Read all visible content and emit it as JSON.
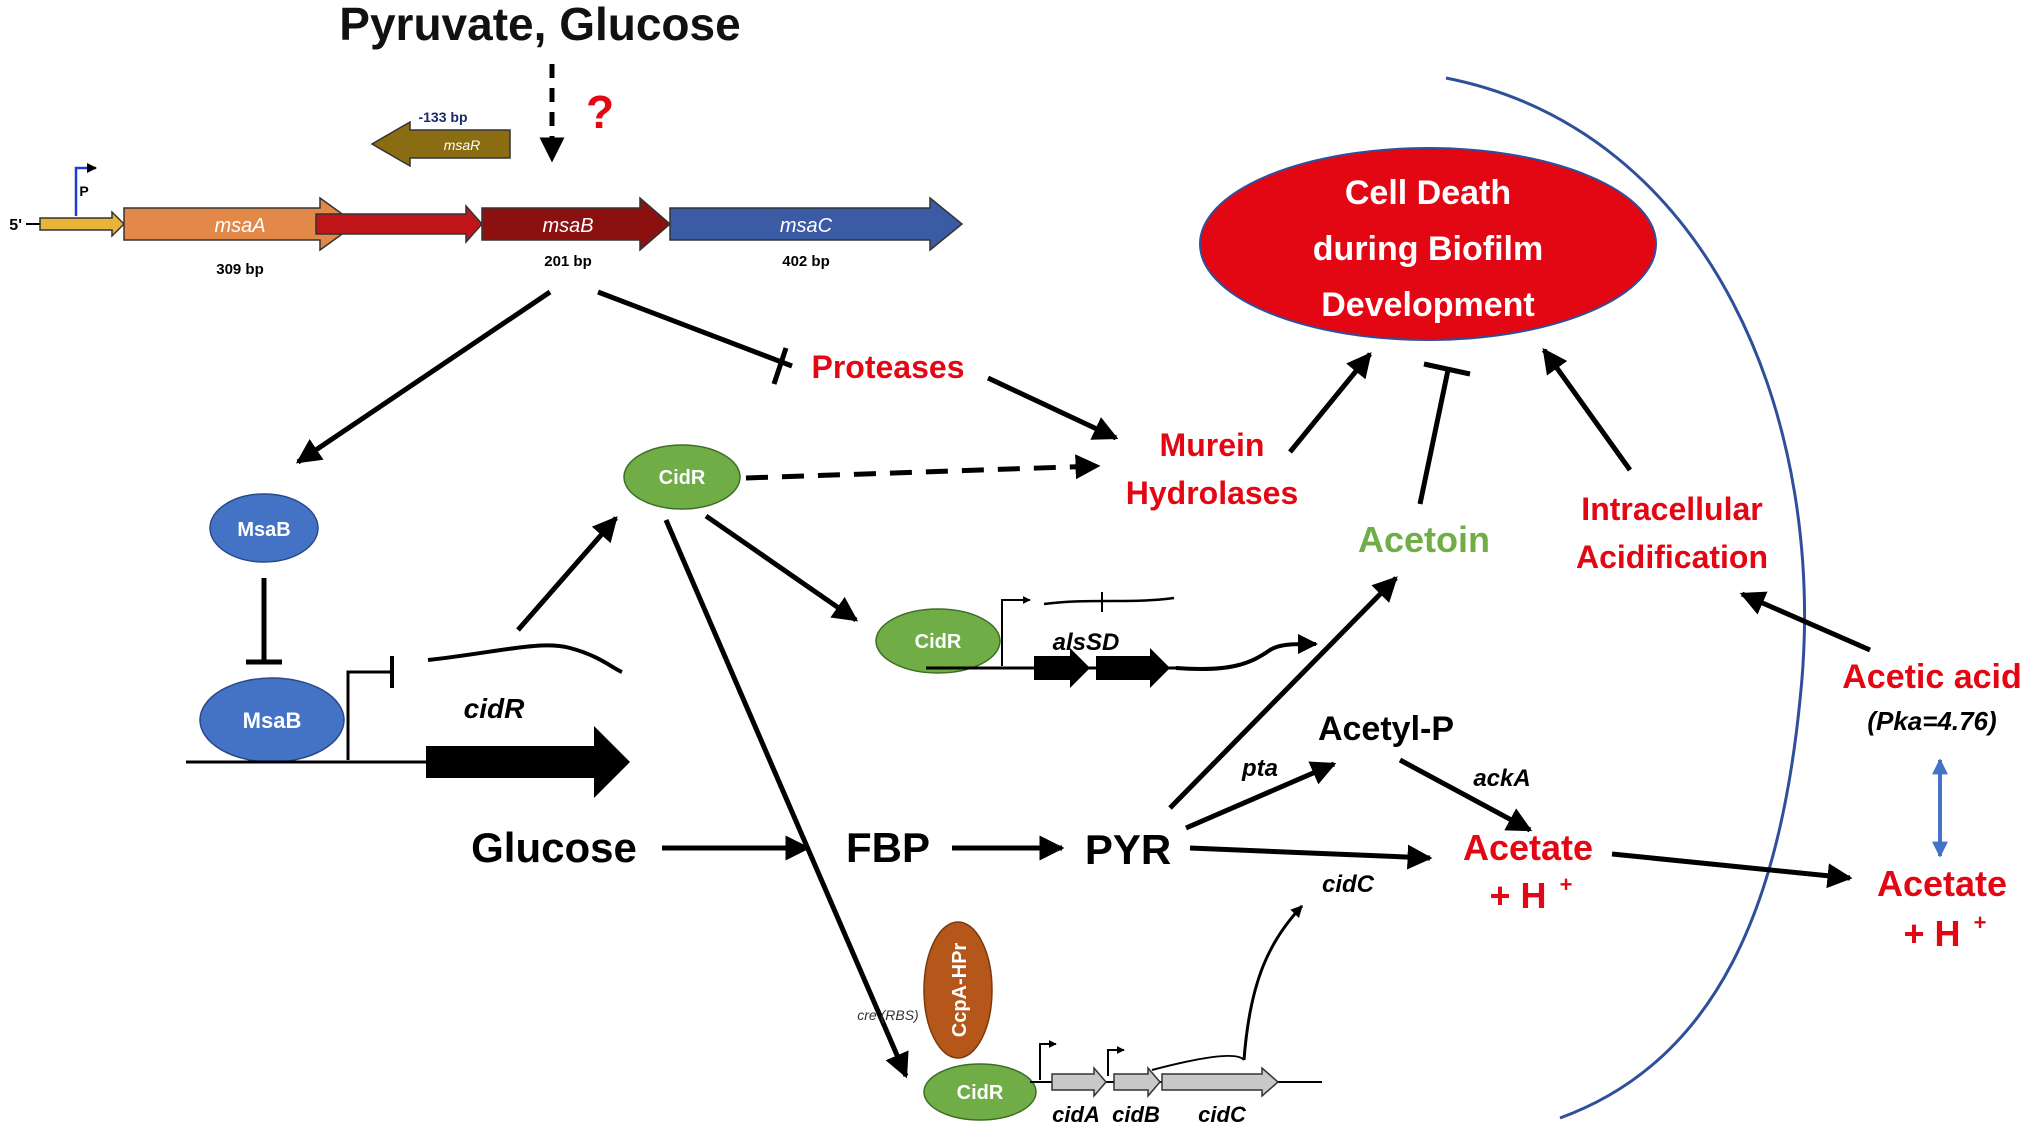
{
  "top": {
    "header": "Pyruvate, Glucose",
    "question_mark": "?"
  },
  "operon": {
    "five_prime": "5'",
    "promoter": "P",
    "msaR_offset": "-133 bp",
    "genes": {
      "msaR": "msaR",
      "msaA": "msaA",
      "msaB": "msaB",
      "msaC": "msaC"
    },
    "sizes": {
      "msaA": "309 bp",
      "msaB": "201 bp",
      "msaC": "402 bp"
    }
  },
  "nodes": {
    "cell_death": [
      "Cell Death",
      "during Biofilm",
      "Development"
    ],
    "proteases": "Proteases",
    "murein": [
      "Murein",
      "Hydrolases"
    ],
    "acetoin": "Acetoin",
    "intracellular": [
      "Intracellular",
      "Acidification"
    ],
    "acetic_acid": "Acetic acid",
    "pka": "(Pka=4.76)",
    "msab_1": "MsaB",
    "msab_2": "MsaB",
    "cidr_main": "CidR",
    "cidr_alssd": "CidR",
    "cidr_bottom": "CidR",
    "ccpa": "CcpA-HPr",
    "cre": "cre (RBS)",
    "cidR_gene": "cidR",
    "alsSD_gene": "alsSD",
    "glucose": "Glucose",
    "fbp": "FBP",
    "pyr": "PYR",
    "acetyl_p": "Acetyl-P",
    "pta": "pta",
    "acka": "ackA",
    "cidC_label": "cidC",
    "acetate_in": "Acetate",
    "h_in": "+ H",
    "acetate_out": "Acetate",
    "h_out": "+ H",
    "plus_superscript": "+",
    "cidA": "cidA",
    "cidB": "cidB",
    "cidC_gene": "cidC"
  },
  "colors": {
    "red": "#e30613",
    "green": "#70ad47",
    "blue_node": "#4472c4",
    "blue_membrane": "#2f4f9a",
    "msaA": "#e2894a",
    "msaB": "#8b1010",
    "msaC": "#3b5ba5",
    "msaR": "#8a6d12",
    "promoter": "#e8b53a",
    "ccpa": "#b5561a"
  }
}
